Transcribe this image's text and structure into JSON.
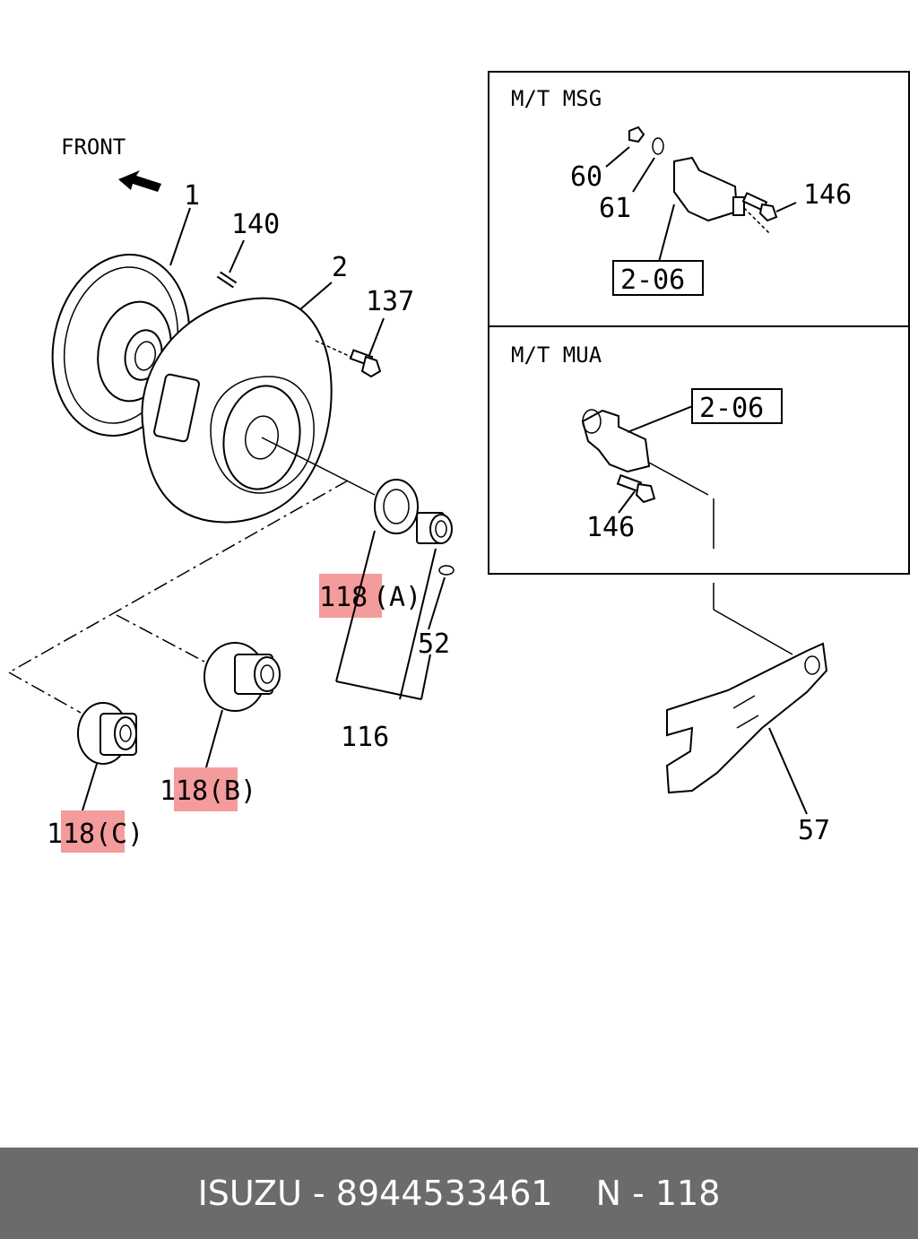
{
  "diagram": {
    "front_label": "FRONT",
    "callouts": {
      "c1": "1",
      "c140": "140",
      "c2": "2",
      "c137": "137",
      "c118a_num": "118",
      "c118a_suffix": "(A)",
      "c52": "52",
      "c116": "116",
      "c118b_pre": "1",
      "c118b_num": "18",
      "c118b_suffix": "(B)",
      "c118c_pre": "1",
      "c118c_num": "18",
      "c118c_suffix": "(C)",
      "c57": "57"
    },
    "inset_msg": {
      "title": "M/T  MSG",
      "c60": "60",
      "c61": "61",
      "c146": "146",
      "ref": "2-06"
    },
    "inset_mua": {
      "title": "M/T  MUA",
      "ref": "2-06",
      "c146": "146"
    }
  },
  "footer": {
    "brand_part": "ISUZU - 8944533461",
    "ref": "N - 118"
  }
}
